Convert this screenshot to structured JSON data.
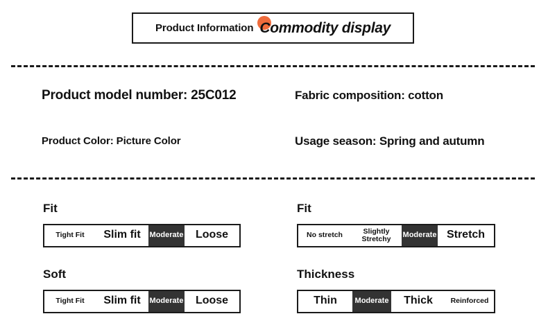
{
  "header": {
    "label": "Product Information",
    "accent": "Commodity display",
    "dot_color": "#ef6c3c",
    "dot_icon": "orange-circle-accent"
  },
  "specs": [
    {
      "key": "model",
      "text": "Product model number: 25C012"
    },
    {
      "key": "fabric",
      "text": "Fabric composition: cotton"
    },
    {
      "key": "color",
      "text": "Product Color: Picture Color"
    },
    {
      "key": "season",
      "text": "Usage season: Spring and autumn"
    }
  ],
  "groups": [
    {
      "id": "fit",
      "heading": "Fit",
      "active_index": 2,
      "segments": [
        {
          "label": "Tight Fit",
          "size": "sm",
          "width": 74
        },
        {
          "label": "Slim fit",
          "size": "lg",
          "width": 76
        },
        {
          "label": "Moderate",
          "size": "md",
          "width": 52
        },
        {
          "label": "Loose",
          "size": "lg",
          "width": 79
        }
      ]
    },
    {
      "id": "stretch",
      "heading": "Fit",
      "active_index": 2,
      "segments": [
        {
          "label": "No stretch",
          "size": "sm",
          "width": 76
        },
        {
          "label": "Slightly\nStretchy",
          "size": "sm",
          "width": 73
        },
        {
          "label": "Moderate",
          "size": "md",
          "width": 52
        },
        {
          "label": "Stretch",
          "size": "lg",
          "width": 81
        }
      ]
    },
    {
      "id": "soft",
      "heading": "Soft",
      "active_index": 2,
      "segments": [
        {
          "label": "Tight Fit",
          "size": "sm",
          "width": 74
        },
        {
          "label": "Slim fit",
          "size": "lg",
          "width": 76
        },
        {
          "label": "Moderate",
          "size": "md",
          "width": 52
        },
        {
          "label": "Loose",
          "size": "lg",
          "width": 79
        }
      ]
    },
    {
      "id": "thickness",
      "heading": "Thickness",
      "active_index": 1,
      "segments": [
        {
          "label": "Thin",
          "size": "lg",
          "width": 78
        },
        {
          "label": "Moderate",
          "size": "md",
          "width": 56
        },
        {
          "label": "Thick",
          "size": "lg",
          "width": 78
        },
        {
          "label": "Reinforced",
          "size": "sm",
          "width": 70
        }
      ]
    }
  ]
}
